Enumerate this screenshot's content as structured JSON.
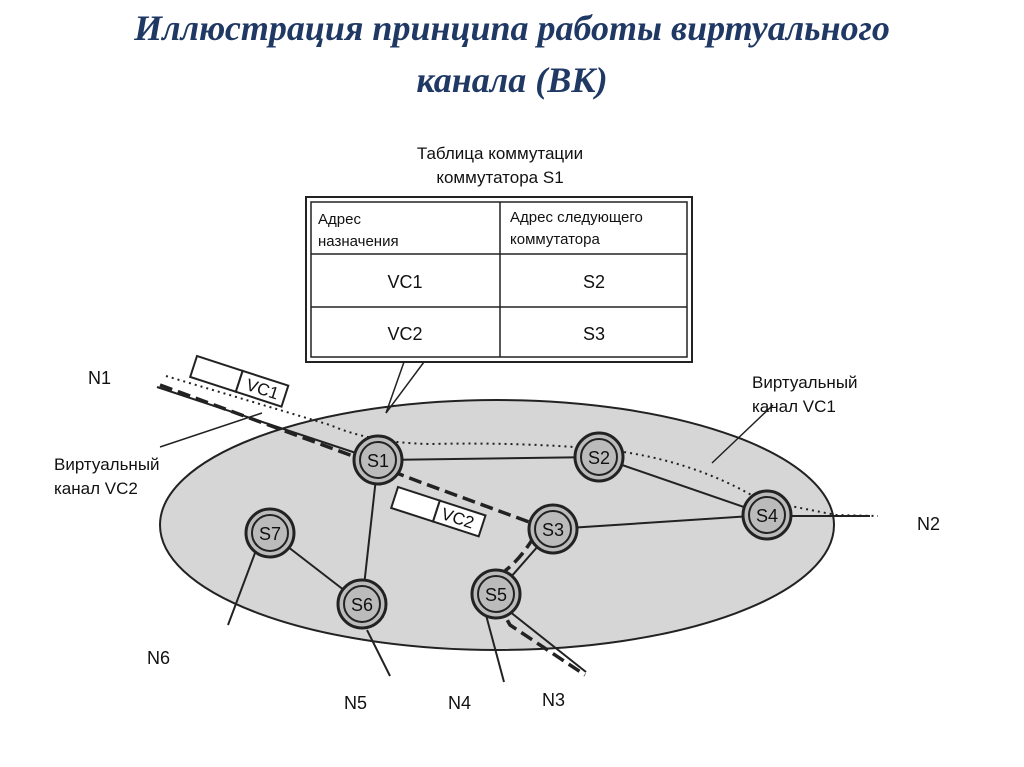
{
  "title": {
    "line1": "Иллюстрация принципа работы виртуального",
    "line2": "канала (ВК)"
  },
  "table": {
    "caption_line1": "Таблица коммутации",
    "caption_line2": "коммутатора S1",
    "headers": {
      "col1_line1": "Адрес",
      "col1_line2": "назначения",
      "col2_line1": "Адрес следующего",
      "col2_line2": "коммутатора"
    },
    "rows": [
      {
        "dest": "VC1",
        "next": "S2"
      },
      {
        "dest": "VC2",
        "next": "S3"
      }
    ]
  },
  "nodes": {
    "S1": "S1",
    "S2": "S2",
    "S3": "S3",
    "S4": "S4",
    "S5": "S5",
    "S6": "S6",
    "S7": "S7"
  },
  "hosts": {
    "N1": "N1",
    "N2": "N2",
    "N3": "N3",
    "N4": "N4",
    "N5": "N5",
    "N6": "N6"
  },
  "packets": {
    "vc1": "VC1",
    "vc2": "VC2"
  },
  "annotations": {
    "vc1_line1": "Виртуальный",
    "vc1_line2": "канал VC1",
    "vc2_line1": "Виртуальный",
    "vc2_line2": "канал VC2"
  },
  "colors": {
    "title": "#1f3864",
    "network_fill": "#d6d6d6"
  }
}
